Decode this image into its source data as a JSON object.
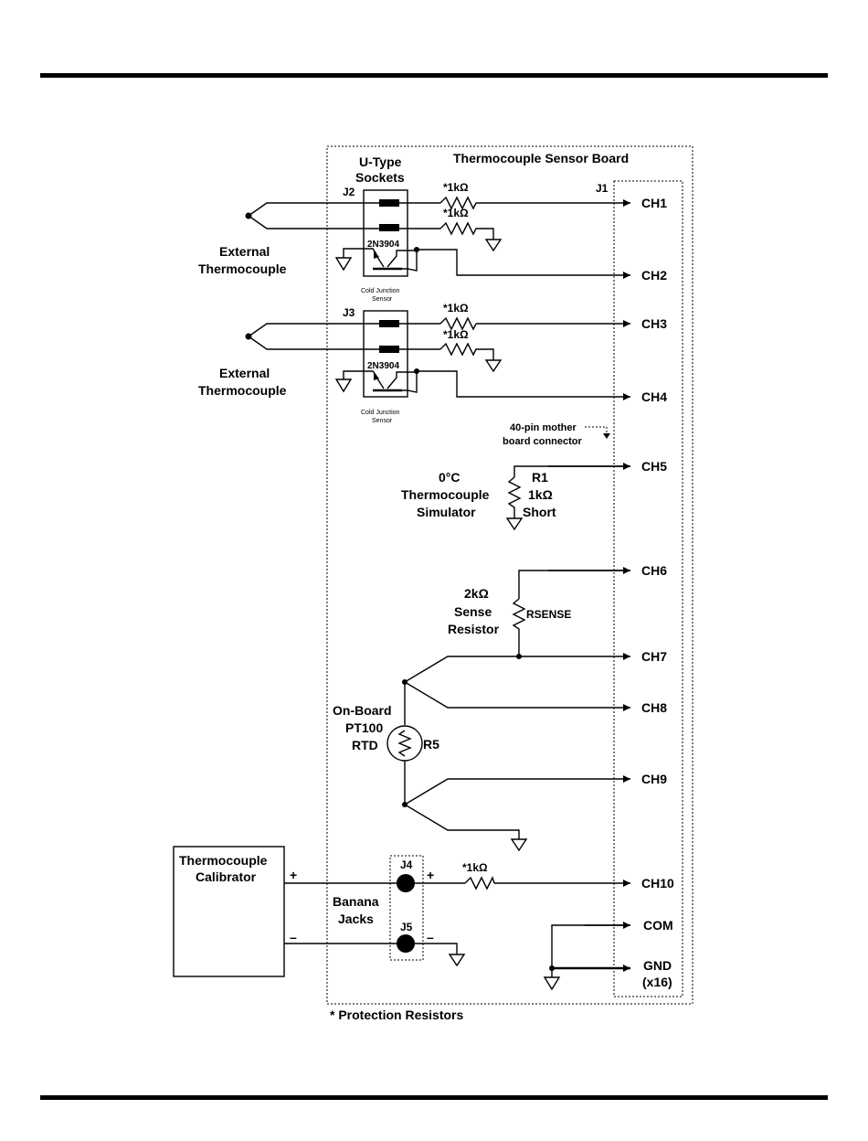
{
  "board": {
    "title": "Thermocouple Sensor Board",
    "connector_j1": "J1",
    "connector_note_line1": "40-pin mother",
    "connector_note_line2": "board connector"
  },
  "sockets": {
    "heading_line1": "U-Type",
    "heading_line2": "Sockets",
    "j2": "J2",
    "j3": "J3",
    "transistor": "2N3904",
    "cold_junction_line1": "Cold Junction",
    "cold_junction_line2": "Sensor"
  },
  "external": {
    "line1": "External",
    "line2": "Thermocouple"
  },
  "resistor_label": "*1kΩ",
  "channels": [
    "CH1",
    "CH2",
    "CH3",
    "CH4",
    "CH5",
    "CH6",
    "CH7",
    "CH8",
    "CH9",
    "CH10",
    "COM",
    "GND"
  ],
  "gnd_count": "(x16)",
  "simulator": {
    "line1": "0°C",
    "line2": "Thermocouple",
    "line3": "Simulator",
    "r1": "R1",
    "r1_value": "1kΩ",
    "r1_short": "Short"
  },
  "sense": {
    "line1": "2kΩ",
    "line2": "Sense",
    "line3": "Resistor",
    "name": "RSENSE"
  },
  "rtd": {
    "line1": "On-Board",
    "line2": "PT100",
    "line3": "RTD",
    "name": "R5"
  },
  "calibrator": {
    "line1": "Thermocouple",
    "line2": "Calibrator",
    "plus": "+",
    "minus": "–"
  },
  "banana": {
    "line1": "Banana",
    "line2": "Jacks",
    "j4": "J4",
    "j5": "J5",
    "plus": "+",
    "minus": "–"
  },
  "footnote": "* Protection Resistors"
}
